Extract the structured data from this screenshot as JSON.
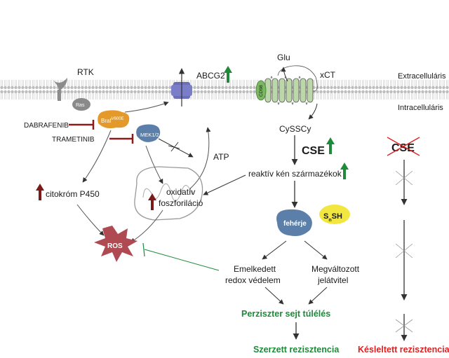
{
  "compartments": {
    "extracellular": "Extracelluláris",
    "intracellular": "Intracelluláris"
  },
  "membrane_proteins": {
    "rtk": "RTK",
    "abcg2": "ABCG2",
    "xct": "xCT",
    "cd98": "CD98"
  },
  "signaling": {
    "ras": "Ras",
    "braf": "Braf",
    "braf_sup": "V600E",
    "mek": "MEK1/2"
  },
  "drugs": {
    "dabrafenib": "DABRAFENIB",
    "trametinib": "TRAMETINIB"
  },
  "metabolism": {
    "atp": "ATP",
    "oxphos_line1": "oxidatív",
    "oxphos_line2": "foszforiláció",
    "cyp450": "citokróm P450",
    "ros": "ROS"
  },
  "cystine_pathway": {
    "glu": "Glu",
    "cyssscy": "CySSCy",
    "cse": "CSE",
    "reactive_sulfur": "reaktív kén származékok",
    "protein": "fehérje",
    "snsh_s": "S",
    "snsh_n": "n",
    "snsh_sh": "SH",
    "redox_line1": "Emelkedett",
    "redox_line2": "redox védelem",
    "gene_line1": "Megváltozott",
    "gene_line2": "jelátvitel"
  },
  "outcomes": {
    "persister": "Perziszter sejt túlélés",
    "acquired": "Szerzett rezisztencia",
    "delayed_cse": "CSE",
    "delayed": "Késleltett rezisztencia"
  },
  "colors": {
    "up_green": "#1e8a3a",
    "up_darkred": "#7a1a1a",
    "green_text": "#1e8a3a",
    "red_text": "#e02020",
    "membrane_head": "#bdbdbd",
    "ros_fill": "#b04a52",
    "protein_fill": "#5b7fa8",
    "braf_fill": "#e39a2a",
    "xct_fill": "#bcd7a8"
  }
}
